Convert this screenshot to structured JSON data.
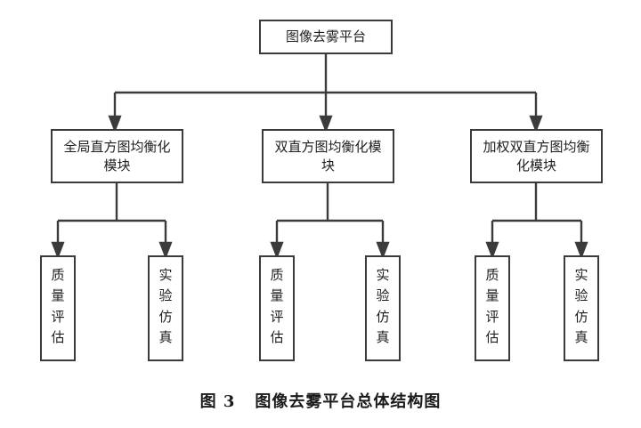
{
  "figure": {
    "caption_number": "图 3",
    "caption_title": "图像去雾平台总体结构图",
    "background_color": "#ffffff",
    "line_color": "#3b3b3b",
    "text_color": "#1f1f1f"
  },
  "diagram": {
    "type": "tree-hierarchy",
    "root": {
      "label": "图像去雾平台"
    },
    "modules": [
      {
        "label": "全局直方图均衡化模块",
        "line1": "全局直方图均衡",
        "line2": "化模块"
      },
      {
        "label": "双直方图均衡化模块",
        "line1": "双直方图均衡化",
        "line2": "模块"
      },
      {
        "label": "加权双直方图均衡化模块",
        "line1": "加权双直方图均",
        "line2": "衡化模块"
      }
    ],
    "leaves": [
      {
        "label": "质量评估"
      },
      {
        "label": "实验仿真"
      },
      {
        "label": "质量评估"
      },
      {
        "label": "实验仿真"
      },
      {
        "label": "质量评估"
      },
      {
        "label": "实验仿真"
      }
    ],
    "edges": {
      "root_to_modules": 3,
      "module_to_leaves": 2,
      "arrowhead": "solid-triangle"
    }
  }
}
